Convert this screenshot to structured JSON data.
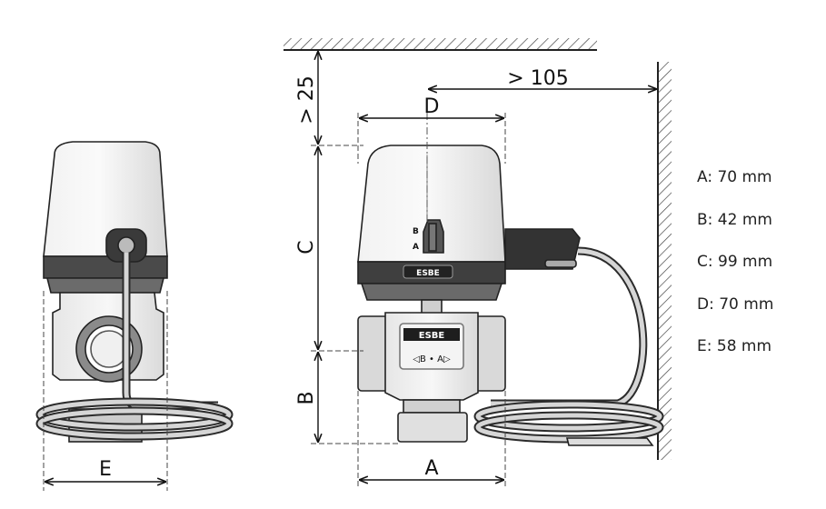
{
  "dimensions": {
    "a_label": "A",
    "b_label": "B",
    "c_label": "C",
    "d_label": "D",
    "e_label": "E",
    "top_clearance": "> 25",
    "wall_clearance": "> 105"
  },
  "specs": [
    {
      "label": "A: 70 mm"
    },
    {
      "label": "B: 42 mm"
    },
    {
      "label": "C: 99 mm"
    },
    {
      "label": "D: 70 mm"
    },
    {
      "label": "E: 58 mm"
    }
  ],
  "valve_markings": {
    "brand": "ESBE",
    "body_ports": "◁B • A▷",
    "actuator_b": "B",
    "actuator_a": "A"
  }
}
